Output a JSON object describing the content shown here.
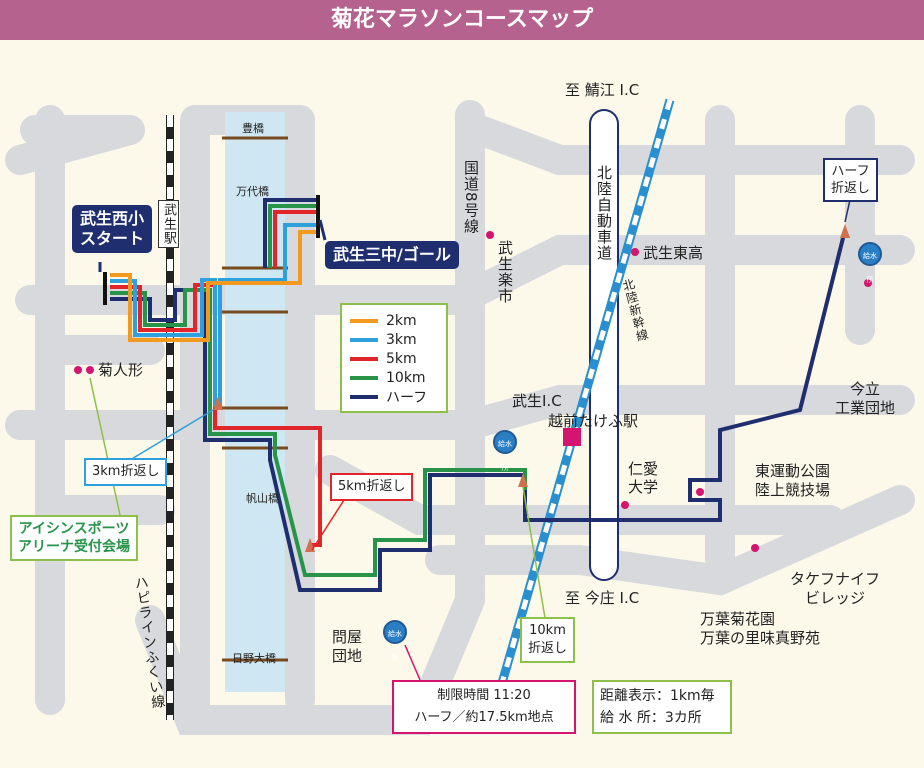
{
  "title": "菊花マラソンコースマップ",
  "start": "武生西小\nスタート",
  "start_l1": "武生西小",
  "start_l2": "スタート",
  "goal": "武生三中/ゴール",
  "legend": [
    {
      "label": "2km",
      "color": "#f29a1f"
    },
    {
      "label": "3km",
      "color": "#2ea0dc"
    },
    {
      "label": "5km",
      "color": "#e0262b"
    },
    {
      "label": "10km",
      "color": "#27944a"
    },
    {
      "label": "ハーフ",
      "color": "#1f2e6e"
    }
  ],
  "places": {
    "takefu_station": "武生駅",
    "route8": "国道8号線",
    "sabae": "至 鯖江 I.C",
    "imajo": "至 今庄 I.C",
    "hokuriku_exp": "北陸自動車道",
    "shinkansen": "北陸新幹線",
    "rakuichi": "武生楽市",
    "higashi_high": "武生東高",
    "kikuningyo": "菊人形",
    "takefu_ic": "武生I.C",
    "echizen_station": "越前たけふ駅",
    "jinai": "仁愛大学",
    "park_l1": "東運動公園",
    "park_l2": "陸上競技場",
    "imadate_l1": "今立",
    "imadate_l2": "工業団地",
    "knife_l1": "タケフナイフ",
    "knife_l2": "ビレッジ",
    "manyo_l1": "万葉菊花園",
    "manyo_l2": "万葉の里味真野苑",
    "toiya_l1": "問屋",
    "toiya_l2": "団地",
    "hapiline": "ハピラインふくい線",
    "toyohashi": "豊橋",
    "mandai": "万代橋",
    "hanzan": "帆山橋",
    "hino": "日野大橋"
  },
  "callouts": {
    "half_turn_l1": "ハーフ",
    "half_turn_l2": "折返し",
    "km3_turn": "3km折返し",
    "km5_turn": "5km折返し",
    "km10_l1": "10km",
    "km10_l2": "折返し",
    "arena_l1": "アイシンスポーツ",
    "arena_l2": "アリーナ受付会場",
    "limit_l1": "制限時間 11:20",
    "limit_l2": "ハーフ／約17.5km地点",
    "info_l1": "距離表示：1km毎",
    "info_l2": "給 水 所：3カ所"
  },
  "water_station": "給水所"
}
